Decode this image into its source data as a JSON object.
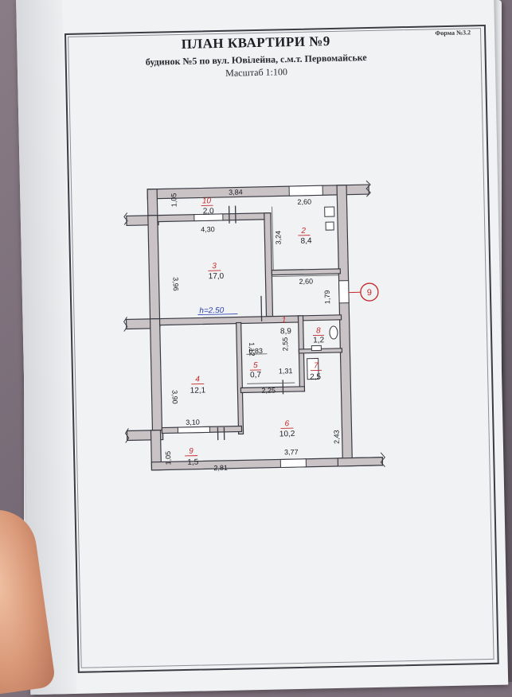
{
  "document": {
    "form_label": "Форма №3.2",
    "title": "ПЛАН КВАРТИРИ №9",
    "subtitle": "будинок №5 по вул. Ювілейна, с.м.т. Первомайське",
    "scale": "Масштаб 1:100",
    "apartment_marker": "9",
    "ceiling_height_note": "h=2.50"
  },
  "rooms": [
    {
      "num": "1",
      "area": "8,9"
    },
    {
      "num": "2",
      "area": "8,4"
    },
    {
      "num": "3",
      "area": "17,0"
    },
    {
      "num": "4",
      "area": "12,1"
    },
    {
      "num": "5",
      "area": "0,7"
    },
    {
      "num": "6",
      "area": "10,2"
    },
    {
      "num": "7",
      "area": "2,5"
    },
    {
      "num": "8",
      "area": "1,2"
    },
    {
      "num": "9",
      "area": "1,5"
    },
    {
      "num": "10",
      "area": "2,0"
    }
  ],
  "dimensions": {
    "d_105_top": "1,05",
    "d_384": "3,84",
    "d_260_top": "2,60",
    "d_430": "4,30",
    "d_324": "3,24",
    "d_396": "3,96",
    "d_260_mid": "2,60",
    "d_179": "1,79",
    "d_112": "1,12",
    "d_083": "0,83",
    "d_255": "2,55",
    "d_131": "1,31",
    "d_390": "3,90",
    "d_225": "2,25",
    "d_310": "3,10",
    "d_243": "2,43",
    "d_105_bot": "1,05",
    "d_281": "2,81",
    "d_377": "3,77"
  }
}
